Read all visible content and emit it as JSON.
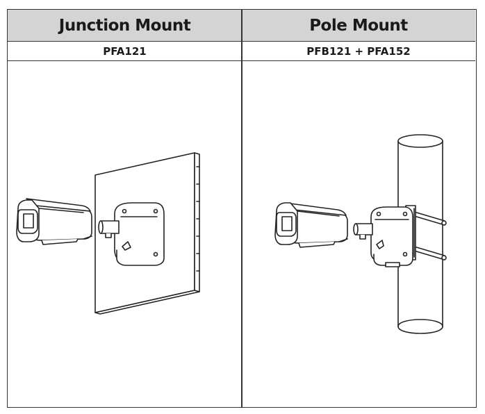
{
  "columns": [
    {
      "header": "Junction Mount",
      "model": "PFA121"
    },
    {
      "header": "Pole Mount",
      "model": "PFB121 + PFA152"
    }
  ]
}
